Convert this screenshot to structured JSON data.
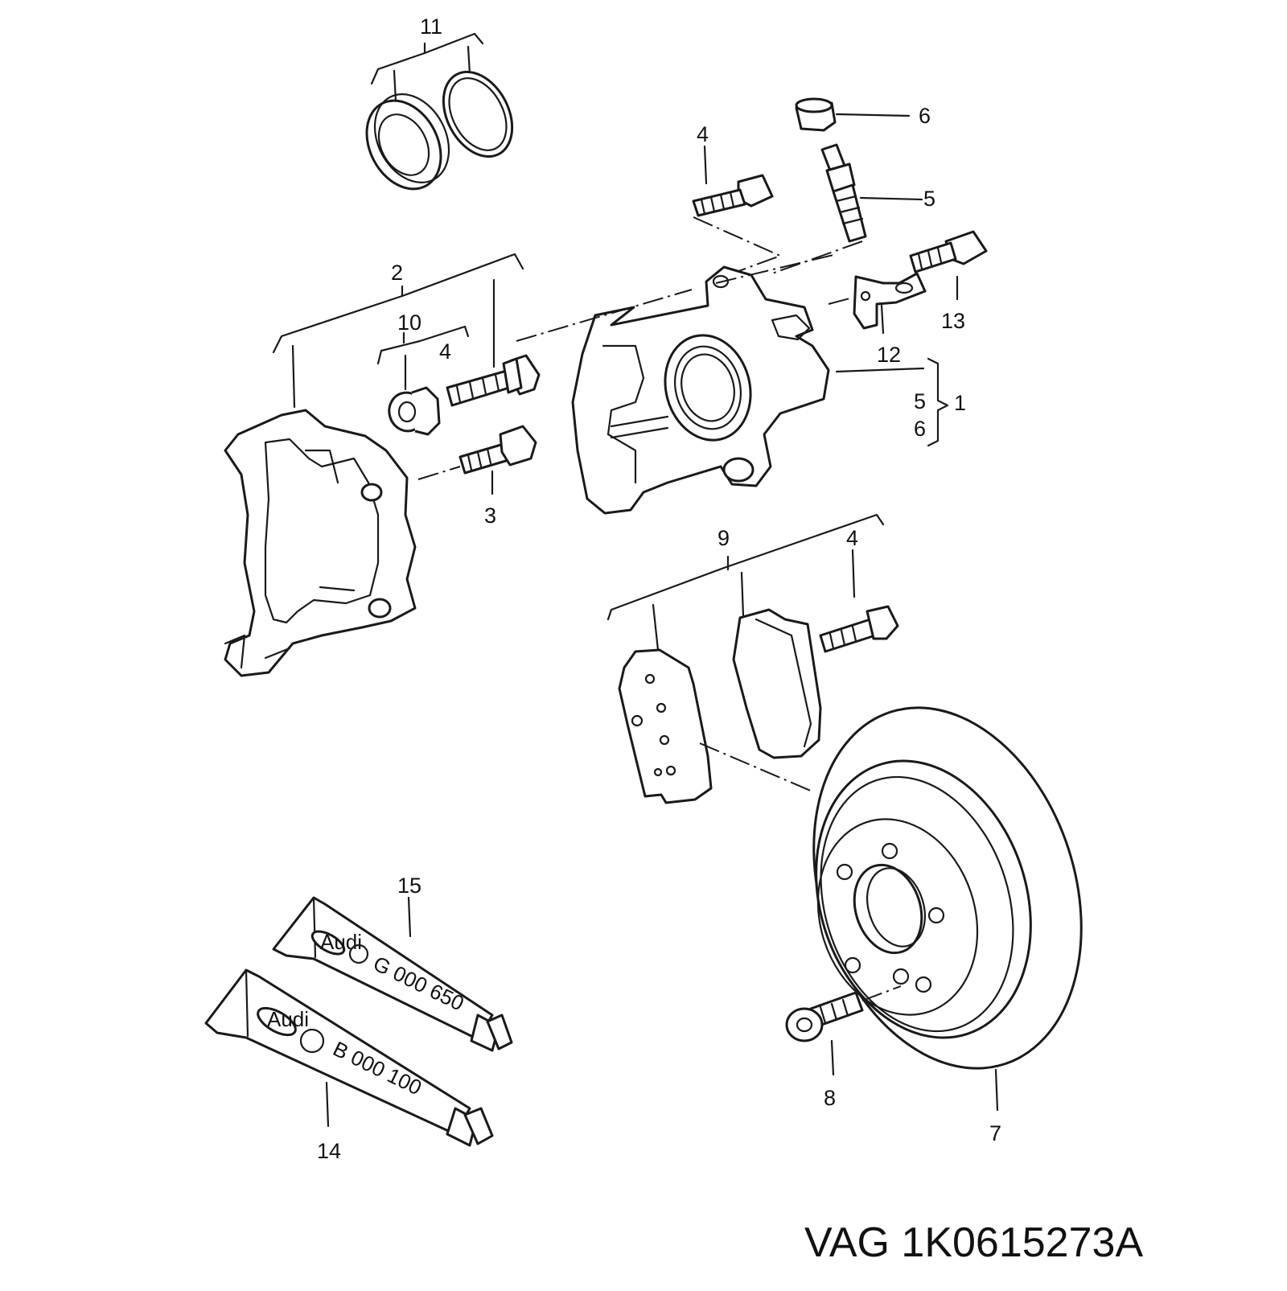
{
  "diagram": {
    "callouts": {
      "c11": "11",
      "c6": "6",
      "c4_top": "4",
      "c5_top": "5",
      "c2": "2",
      "c10": "10",
      "c4_pin": "4",
      "c13": "13",
      "c12": "12",
      "c5_brace": "5",
      "c1": "1",
      "c6_brace": "6",
      "c3": "3",
      "c9": "9",
      "c4_pad": "4",
      "c15": "15",
      "c14": "14",
      "c8": "8",
      "c7": "7"
    },
    "tubes": {
      "upper_code": "G 000 650",
      "lower_code": "B 000 100",
      "brand_label": "Audi"
    }
  },
  "part_number": "VAG 1K0615273A"
}
